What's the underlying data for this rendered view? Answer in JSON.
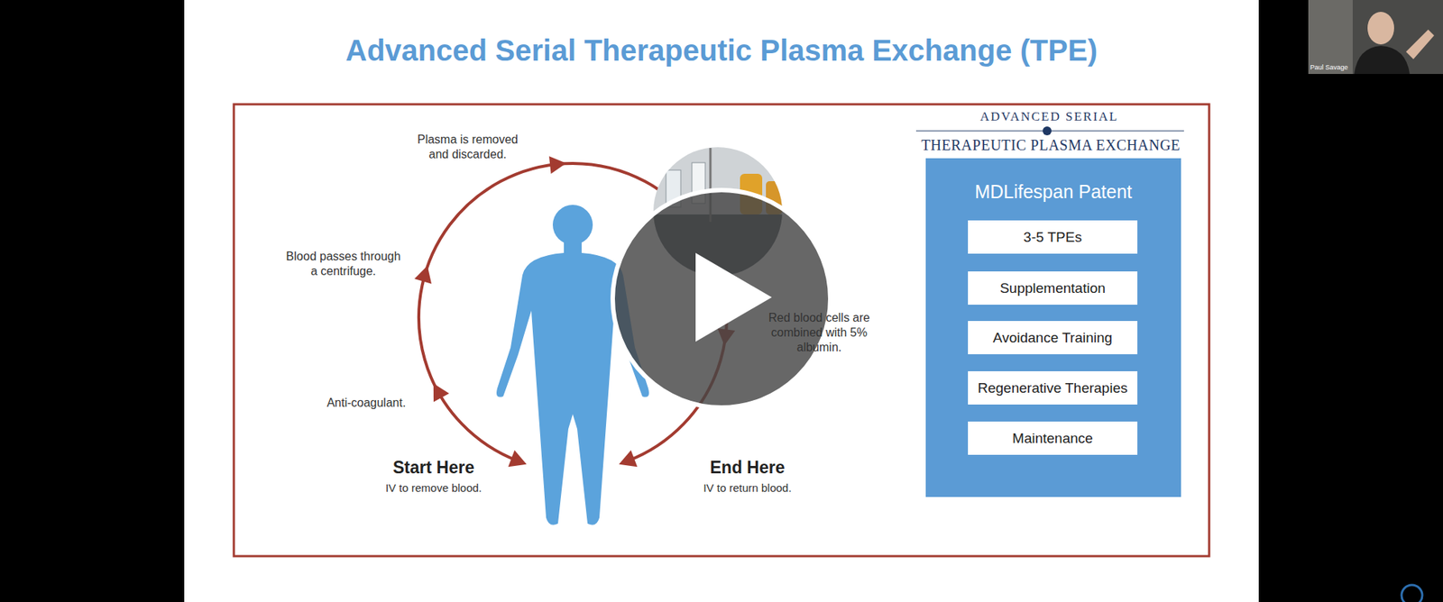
{
  "diagram": {
    "title": "Advanced Serial Therapeutic Plasma Exchange (TPE)",
    "nodes": [
      {
        "text": [
          "MDLifespan Patent"
        ]
      },
      {
        "text": [
          "3-5 TPEs"
        ],
        "in": 0
      },
      {
        "text": [
          "Supplementation"
        ],
        "in": 0
      },
      {
        "text": [
          "Avoidance Training"
        ],
        "in": 0
      },
      {
        "text": [
          "Regenerative Therapies"
        ],
        "in": 0
      },
      {
        "text": [
          "Maintenance"
        ],
        "in": 0
      }
    ],
    "labels": [
      "Plasma is removed and discarded.",
      "Blood passes through a centrifuge.",
      "Anti-coagulant.",
      "Start Here",
      "IV to remove blood.",
      "End Here",
      "IV to return blood.",
      "Red blood cells are combined with 5% albumin.",
      "ADVANCED SERIAL",
      "THERAPEUTIC PLASMA EXCHANGE",
      "Paul Savage"
    ]
  }
}
